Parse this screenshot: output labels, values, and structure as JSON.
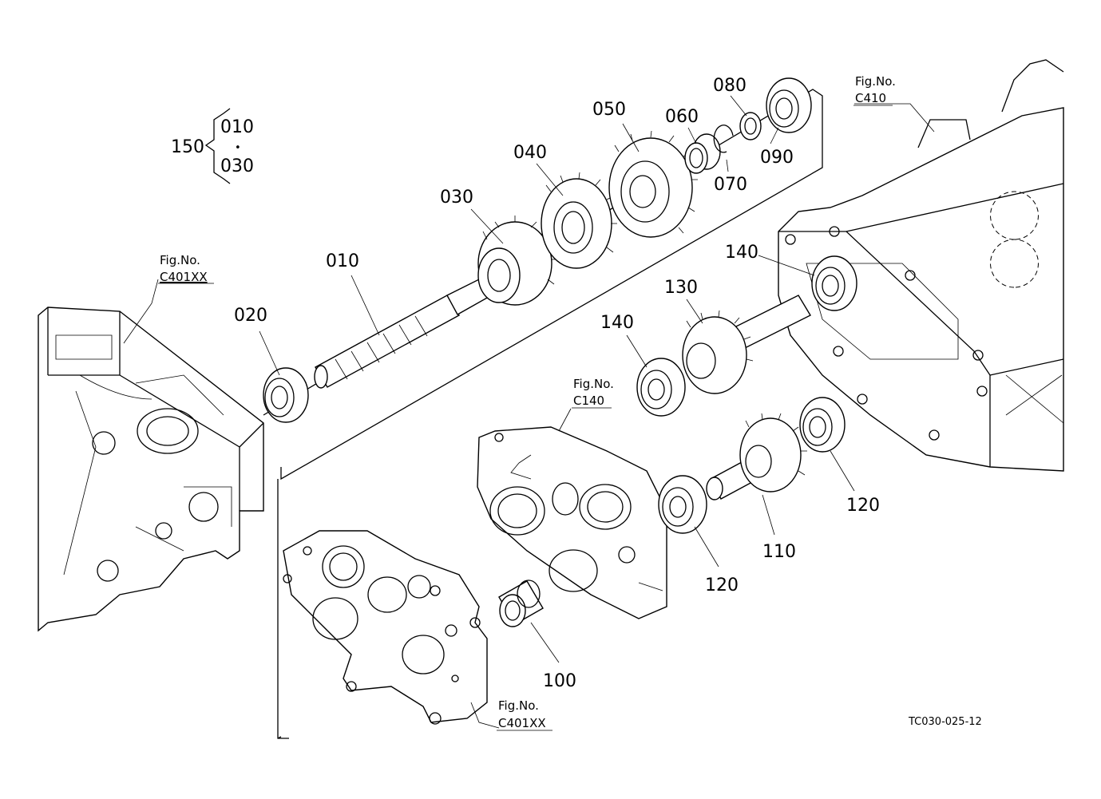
{
  "drawing_code": "TC030-025-12",
  "assembly": {
    "number": "150",
    "members": [
      "010",
      "030"
    ],
    "separator": "•"
  },
  "part_labels": {
    "p010": "010",
    "p020": "020",
    "p030": "030",
    "p040": "040",
    "p050": "050",
    "p060": "060",
    "p070": "070",
    "p080": "080",
    "p090": "090",
    "p100": "100",
    "p110": "110",
    "p120a": "120",
    "p120b": "120",
    "p130": "130",
    "p140a": "140",
    "p140b": "140"
  },
  "figure_refs": {
    "left_case": {
      "label": "Fig.No.",
      "number": "C401XX"
    },
    "right_case": {
      "label": "Fig.No.",
      "number": "C410"
    },
    "middle_plate": {
      "label": "Fig.No.",
      "number": "C140"
    },
    "front_plate": {
      "label": "Fig.No.",
      "number": "C401XX"
    }
  }
}
